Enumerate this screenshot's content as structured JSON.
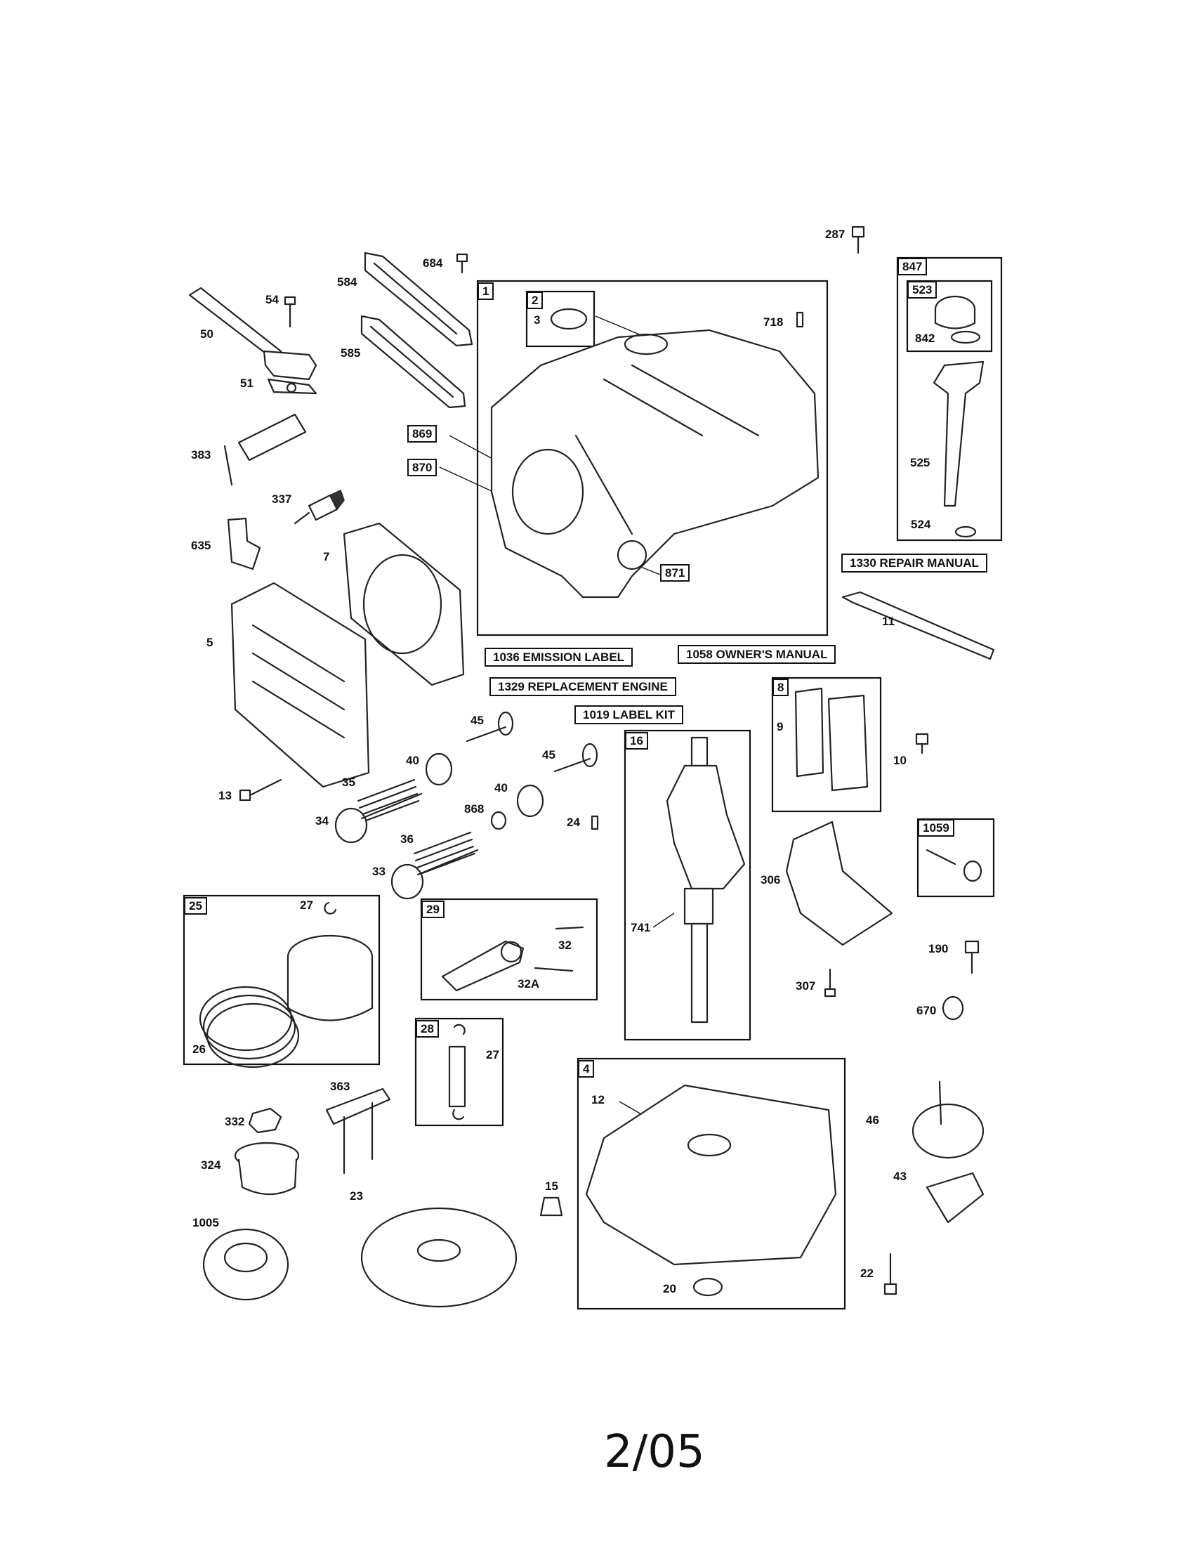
{
  "diagram": {
    "callouts": {
      "c684": "684",
      "c54": "54",
      "c584": "584",
      "c50": "50",
      "c585": "585",
      "c51": "51",
      "c383": "383",
      "c337": "337",
      "c635": "635",
      "c7": "7",
      "c5": "5",
      "c13": "13",
      "c287": "287",
      "c718": "718",
      "c3": "3",
      "c842": "842",
      "c525": "525",
      "c524": "524",
      "c11": "11",
      "c9": "9",
      "c10": "10",
      "c45a": "45",
      "c45b": "45",
      "c40a": "40",
      "c40b": "40",
      "c35": "35",
      "c34": "34",
      "c868": "868",
      "c24": "24",
      "c36": "36",
      "c33": "33",
      "c27a": "27",
      "c26": "26",
      "c32": "32",
      "c32a": "32A",
      "c741": "741",
      "c306": "306",
      "c190": "190",
      "c307": "307",
      "c670": "670",
      "c27b": "27",
      "c363": "363",
      "c332": "332",
      "c324": "324",
      "c23": "23",
      "c1005": "1005",
      "c15": "15",
      "c12": "12",
      "c20": "20",
      "c46": "46",
      "c43": "43",
      "c22": "22"
    },
    "boxed_numbers": {
      "b1": "1",
      "b2": "2",
      "b847": "847",
      "b523": "523",
      "b869": "869",
      "b870": "870",
      "b871": "871",
      "b8": "8",
      "b16": "16",
      "b1059": "1059",
      "b25": "25",
      "b29": "29",
      "b28": "28",
      "b4": "4"
    },
    "notes": {
      "repair_manual": "1330 REPAIR MANUAL",
      "emission_label": "1036 EMISSION LABEL",
      "owners_manual": "1058 OWNER'S MANUAL",
      "replacement_engine": "1329 REPLACEMENT ENGINE",
      "label_kit": "1019 LABEL KIT"
    }
  },
  "footer": {
    "date": "2/05"
  }
}
